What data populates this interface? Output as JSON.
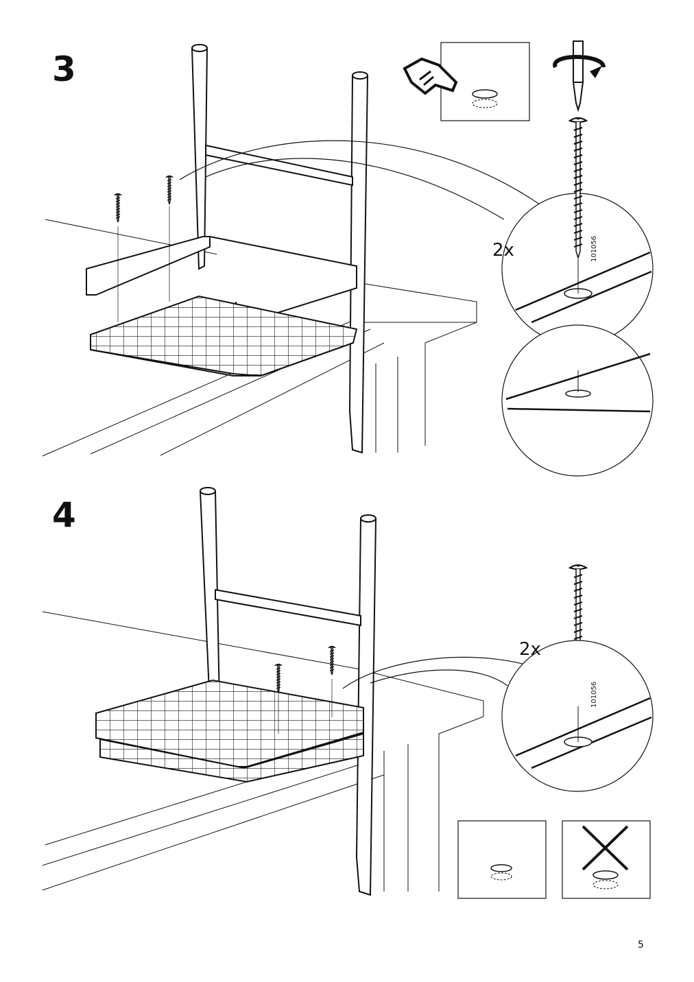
{
  "page_number": "5",
  "steps": [
    {
      "number": "3",
      "quantity": "2x",
      "part_number": "101056",
      "panels": [
        "push-screw-cap",
        "screwdriver-rotate",
        "screw-detail-zoom",
        "flush-detail-zoom"
      ]
    },
    {
      "number": "4",
      "quantity": "2x",
      "part_number": "101056",
      "panels": [
        "screw-detail-zoom",
        "correct-flush",
        "incorrect-protruding"
      ]
    }
  ],
  "icons": [
    "hand-press-icon",
    "screwdriver-rotate-icon",
    "screw-icon",
    "cross-icon"
  ]
}
